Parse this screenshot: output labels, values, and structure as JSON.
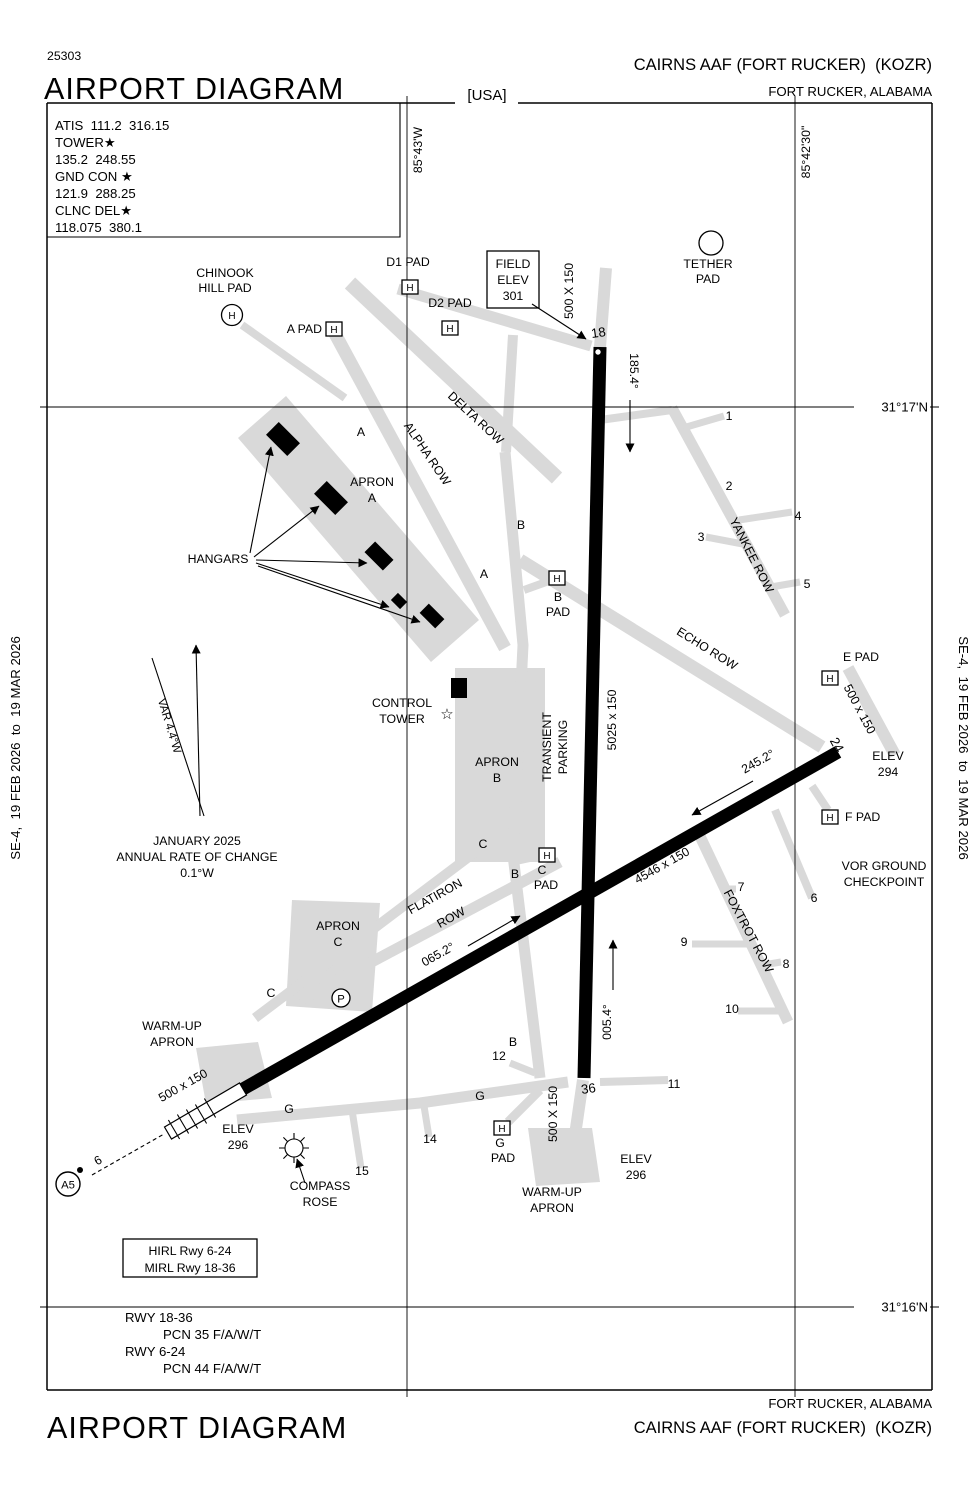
{
  "page": {
    "header": {
      "chart_number": "25303",
      "title": "AIRPORT DIAGRAM",
      "region_tag": "[USA]",
      "airport_name": "CAIRNS AAF (FORT RUCKER)  (KOZR)",
      "city": "FORT RUCKER, ALABAMA"
    },
    "footer": {
      "title": "AIRPORT DIAGRAM",
      "airport_name": "CAIRNS AAF (FORT RUCKER)  (KOZR)",
      "city": "FORT RUCKER, ALABAMA"
    },
    "margin_left": "SE-4,  19 FEB 2026  to  19 MAR 2026",
    "margin_right": "SE-4,  19 FEB 2026  to  19 MAR 2026"
  },
  "comm": {
    "lines": [
      "ATIS  111.2  316.15",
      "TOWER★",
      "135.2  248.55",
      "GND CON ★",
      "121.9  288.25",
      "CLNC DEL★",
      "118.075  380.1"
    ]
  },
  "coords": {
    "lon_w": "85°43'W",
    "lon_e": "85°42'30\"",
    "lat_n": "31°17'N",
    "lat_s": "31°16'N"
  },
  "runways": {
    "r18": "18",
    "r36": "36",
    "r24": "24",
    "r6": "6",
    "hdg18": "185.4°",
    "hdg36": "005.4°",
    "hdg6": "065.2°",
    "hdg24": "245.2°",
    "dim_ns": "5025 x 150",
    "dim_diag": "4546 x 150",
    "ovr_top": "500 X 150",
    "ovr_bot": "500 X 150",
    "ovr_sw": "500 x 150",
    "epad_lane": "500 x 150"
  },
  "pads": {
    "h": "H",
    "chinook1": "CHINOOK",
    "chinook2": "HILL PAD",
    "a": "A PAD",
    "d1": "D1 PAD",
    "d2": "D2 PAD",
    "b1": "B",
    "b2": "PAD",
    "c1": "C",
    "c2": "PAD",
    "e": "E PAD",
    "f": "F PAD",
    "g1": "G",
    "g2": "PAD",
    "tether1": "TETHER",
    "tether2": "PAD"
  },
  "field_elev": {
    "l1": "FIELD",
    "l2": "ELEV",
    "l3": "301"
  },
  "facilities": {
    "hangars": "HANGARS",
    "control1": "CONTROL",
    "control2": "TOWER",
    "tower_star": "☆",
    "transient1": "TRANSIENT",
    "transient2": "PARKING",
    "apron_word": "APRON",
    "warmup1": "WARM-UP",
    "warmup2": "APRON",
    "compass1": "COMPASS",
    "compass2": "ROSE",
    "vor1": "VOR GROUND",
    "vor2": "CHECKPOINT",
    "parking_p": "P",
    "hold_a5": "A5"
  },
  "rows": {
    "delta": "DELTA ROW",
    "alpha": "ALPHA ROW",
    "yankee": "YANKEE ROW",
    "echo": "ECHO ROW",
    "foxtrot": "FOXTROT ROW",
    "flatiron1": "FLATIRON",
    "flatiron2": "ROW"
  },
  "elevations": {
    "word": "ELEV",
    "v294": "294",
    "v296": "296"
  },
  "variation": {
    "var": "VAR 4.4°W",
    "note1": "JANUARY 2025",
    "note2": "ANNUAL RATE OF CHANGE",
    "note3": "0.1°W"
  },
  "lighting": {
    "l1": "HIRL Rwy 6-24",
    "l2": "MIRL Rwy 18-36"
  },
  "pcn": {
    "l1": "RWY 18-36",
    "l2": "PCN 35 F/A/W/T",
    "l3": "RWY 6-24",
    "l4": "PCN 44 F/A/W/T"
  },
  "letters": {
    "a": "A",
    "b": "B",
    "c": "C",
    "g": "G"
  },
  "numbers": [
    "1",
    "2",
    "3",
    "4",
    "5",
    "6",
    "7",
    "8",
    "9",
    "10",
    "11",
    "12",
    "14",
    "15"
  ]
}
